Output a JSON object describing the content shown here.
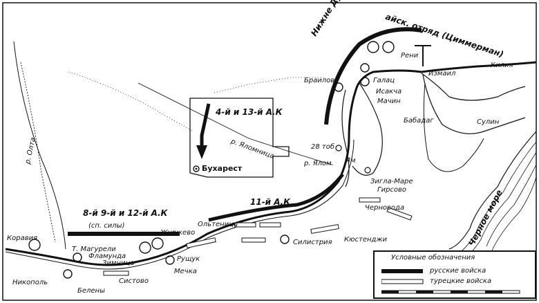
{
  "labels": {
    "lower_danube_detachment": "Нижне Дун",
    "detachment_suffix": "айск. отряд (Циммерман)",
    "corps_4_13": "4-й и 13-й А.К",
    "corps_11": "11-й А.К",
    "corps_8_9_12": "8-й 9-й и 12-й А.К",
    "corps_8_9_12_sub": "(сп. силы)",
    "bucharest": "Бухарест",
    "river_olta": "р. Олта",
    "river_ialomita": "р. Яломница",
    "river_ialomita_mouth": "р. Ялом.",
    "black_sea": "Черное море",
    "izmail": "Измаил",
    "kilia": "Килия",
    "sulina": "Сулин",
    "babadag": "Бабадаг",
    "brailov": "Браилов",
    "galats": "Галац",
    "reni": "Рени",
    "isaccea": "Исакча",
    "machin": "Мачин",
    "girsovo": "Гирсово",
    "hirsova_mare": "Зигла-Маре",
    "chernavody": "Черновода",
    "kustendzhi": "Кюстенджи",
    "silistria": "Силистрия",
    "oltenitsa": "Ольтеница",
    "zhurzhevo": "Журжево",
    "ruschuk": "Рущук",
    "nikopol": "Никополь",
    "koravia": "Коравия",
    "t_magurele": "Т. Магурели",
    "flamunda": "Фламунда",
    "zimnitsa": "Зимница",
    "sistovo": "Систово",
    "mechka": "Мечка",
    "belenu": "Белены",
    "gura": "28 тоб",
    "yam": "Ям"
  },
  "legend": {
    "title": "Условные обозначения",
    "russian": "русские войска",
    "turkish": "турецкие войска"
  },
  "colors": {
    "ink": "#111111",
    "paper": "#ffffff"
  }
}
